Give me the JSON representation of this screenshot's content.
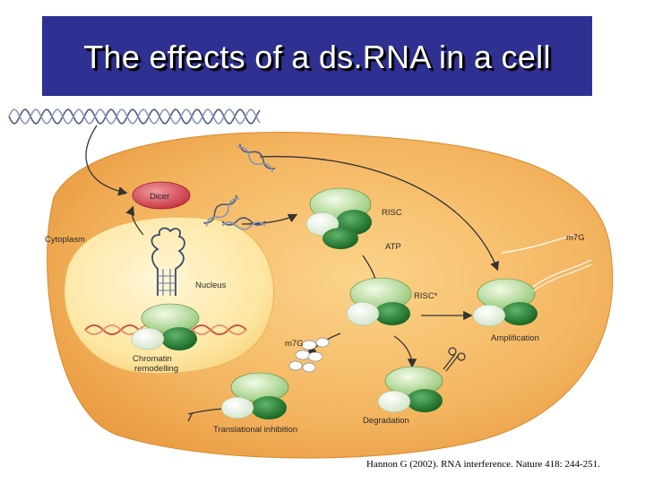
{
  "title": "The effects of a ds.RNA in a cell",
  "labels": {
    "dicer": "Dicer",
    "cytoplasm": "Cytoplasm",
    "nucleus": "Nucleus",
    "risc": "RISC",
    "atp": "ATP",
    "risc_star": "RISC*",
    "m7g_right": "m7G",
    "m7g_left": "m7G",
    "amplification": "Amplification",
    "chromatin_line1": "Chromatin",
    "chromatin_line2": "remodelling",
    "degradation": "Degradation",
    "translational_inhibition": "Translational inhibition"
  },
  "citation": "Hannon G (2002). RNA interference. Nature 418: 244-251.",
  "colors": {
    "title_bar": "#2e3192",
    "cell_body": "#f3b25a",
    "nucleus": "#fde9a8",
    "dicer": "#d9434e",
    "complex_dark": "#1f7a2e",
    "complex_light": "#c7e6a8",
    "dna_strand": "#5a6a8a",
    "chromatin_dna": "#c84b3a"
  },
  "icons": [
    "double-strand-rna",
    "scissors-icon",
    "hairpin-rna",
    "ribosome-cluster"
  ]
}
